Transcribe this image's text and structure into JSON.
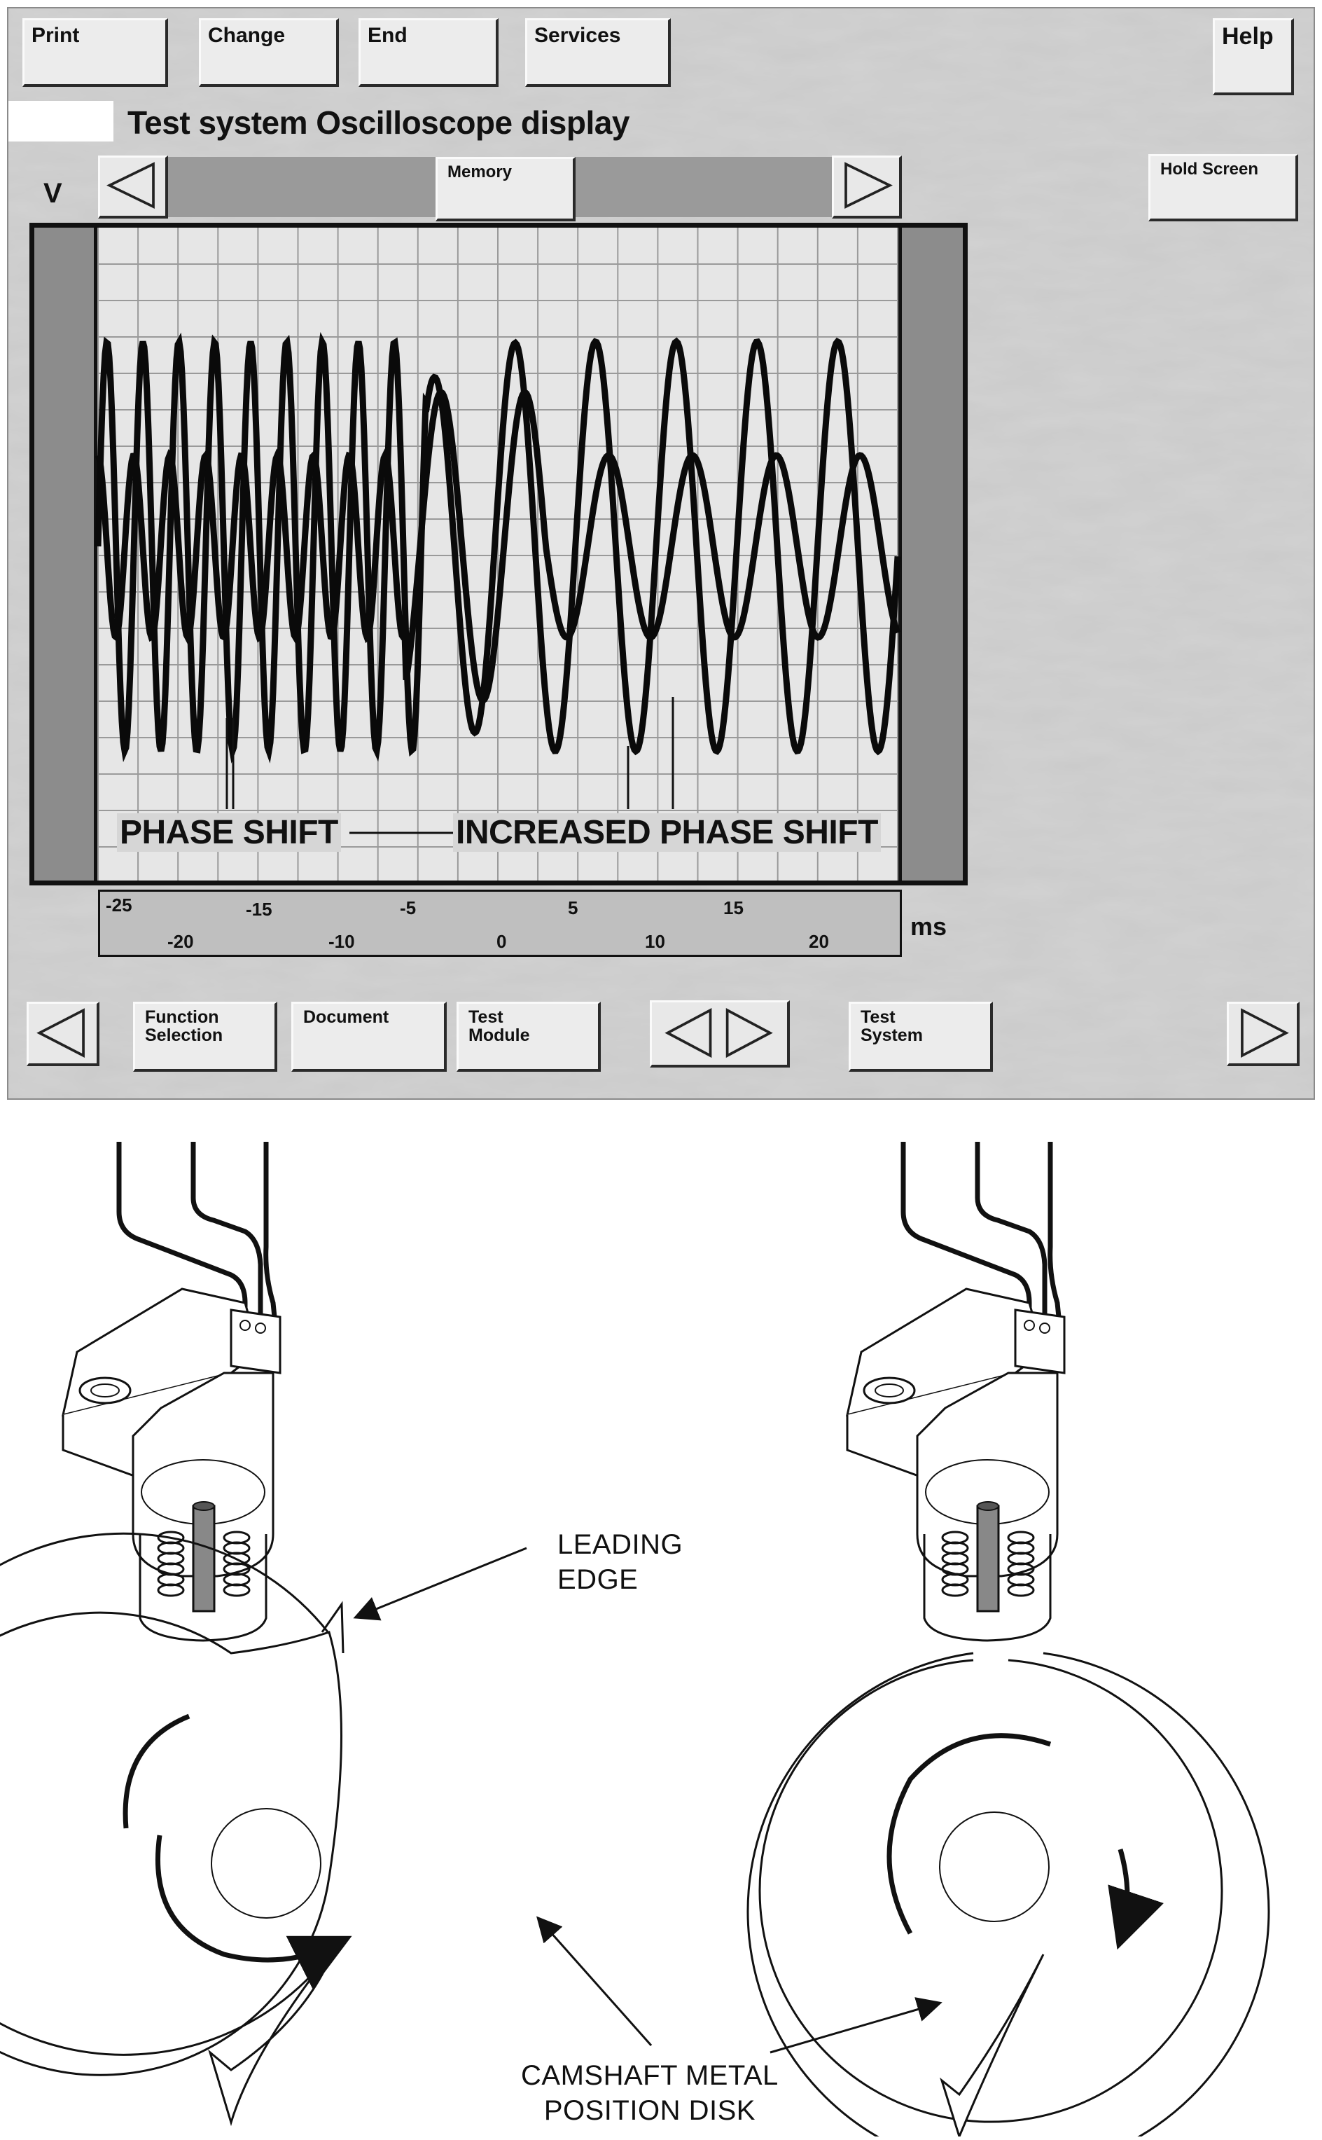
{
  "toolbar": {
    "print": "Print",
    "change": "Change",
    "end": "End",
    "services": "Services",
    "help": "Help"
  },
  "title": "Test system  Oscilloscope display",
  "scope": {
    "volt_label": "V",
    "memory": "Memory",
    "hold_screen": "Hold Screen",
    "phase_shift": "PHASE SHIFT",
    "increased_phase_shift": "INCREASED PHASE SHIFT",
    "unit": "ms",
    "ticks_top": [
      "-25",
      "-15",
      "-5",
      "5",
      "15"
    ],
    "ticks_bottom": [
      "-20",
      "-10",
      "0",
      "10",
      "20"
    ]
  },
  "bottom_nav": {
    "function_selection": [
      "Function",
      "Selection"
    ],
    "document": "Document",
    "test_module": [
      "Test",
      "Module"
    ],
    "test_system": [
      "Test",
      "System"
    ]
  },
  "callouts": {
    "leading_edge": [
      "LEADING",
      "EDGE"
    ],
    "disk": [
      "CAMSHAFT METAL",
      "POSITION DISK"
    ]
  }
}
